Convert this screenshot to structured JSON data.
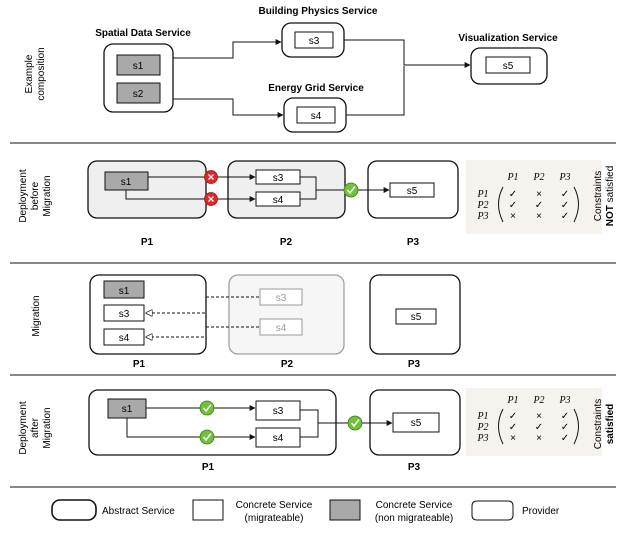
{
  "section1": {
    "row_label_line1": "Example",
    "row_label_line2": "composition",
    "spatial_title": "Spatial Data Service",
    "physics_title": "Building Physics Service",
    "energy_title": "Energy Grid Service",
    "visual_title": "Visualization Service",
    "s1": "s1",
    "s2": "s2",
    "s3": "s3",
    "s4": "s4",
    "s5": "s5"
  },
  "section2": {
    "row_label_line1": "Deployment",
    "row_label_line2": "before",
    "row_label_line3": "Migration",
    "s1": "s1",
    "s3": "s3",
    "s4": "s4",
    "s5": "s5",
    "p1": "P1",
    "p2": "P2",
    "p3": "P3",
    "constraints_line1": "Constraints",
    "constraints_bold": "NOT",
    "constraints_rest": " satisfied"
  },
  "section3": {
    "row_label": "Migration",
    "s1": "s1",
    "s3": "s3",
    "s4": "s4",
    "s3_old": "s3",
    "s4_old": "s4",
    "s5": "s5",
    "p1": "P1",
    "p2": "P2",
    "p3": "P3"
  },
  "section4": {
    "row_label_line1": "Deployment",
    "row_label_line2": "after",
    "row_label_line3": "Migration",
    "s1": "s1",
    "s3": "s3",
    "s4": "s4",
    "s5": "s5",
    "p1": "P1",
    "p3": "P3",
    "constraints_line1": "Constraints",
    "constraints_bold": "satisfied"
  },
  "matrix_before": {
    "col_headers": [
      "P1",
      "P2",
      "P3"
    ],
    "rows": [
      {
        "label": "P1",
        "cells": [
          "✓",
          "×",
          "✓"
        ]
      },
      {
        "label": "P2",
        "cells": [
          "✓",
          "✓",
          "✓"
        ]
      },
      {
        "label": "P3",
        "cells": [
          "×",
          "×",
          "✓"
        ]
      }
    ]
  },
  "matrix_after": {
    "col_headers": [
      "P1",
      "P2",
      "P3"
    ],
    "rows": [
      {
        "label": "P1",
        "cells": [
          "✓",
          "×",
          "✓"
        ]
      },
      {
        "label": "P2",
        "cells": [
          "✓",
          "✓",
          "✓"
        ]
      },
      {
        "label": "P3",
        "cells": [
          "×",
          "×",
          "✓"
        ]
      }
    ]
  },
  "legend": {
    "abstract": "Abstract Service",
    "concrete_line1": "Concrete Service",
    "concrete_line2": "(migrateable)",
    "nonmig_line1": "Concrete Service",
    "nonmig_line2": "(non migrateable)",
    "provider": "Provider"
  },
  "colors": {
    "non_migrateable_fill": "#a9a9a9",
    "provider_fill": "#efefef",
    "fail_marker": "#e0262b",
    "ok_marker": "#6fc23a",
    "faded": "#9a9a9a",
    "matrix_bg": "#f6f2ee"
  },
  "icons": {
    "fail": "x-circle-icon",
    "ok": "check-circle-icon"
  }
}
